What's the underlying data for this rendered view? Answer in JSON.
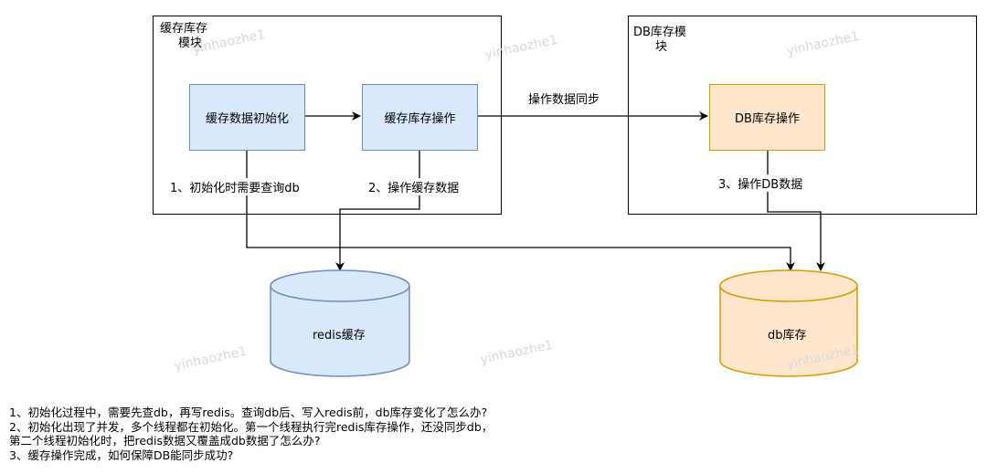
{
  "cache_module": {
    "label_line1": "缓存库存",
    "label_line2": "模块"
  },
  "db_module": {
    "label_line1": "DB库存模",
    "label_line2": "块"
  },
  "nodes": {
    "cache_init": "缓存数据初始化",
    "cache_stock_op": "缓存库存操作",
    "db_stock_op": "DB库存操作"
  },
  "edges": {
    "sync": "操作数据同步",
    "init_query_db": "1、初始化时需要查询db",
    "op_cache_data": "2、操作缓存数据",
    "op_db_data": "3、操作DB数据"
  },
  "databases": {
    "redis": "redis缓存",
    "db": "db库存"
  },
  "watermark": "yinhaozhe1",
  "notes": [
    "1、初始化过程中，需要先查db，再写redis。查询db后、写入redis前，db库存变化了怎么办?",
    "2、初始化出现了并发，多个线程都在初始化。第一个线程执行完redis库存操作，还没同步db，",
    "第二个线程初始化时，把redis数据又覆盖成db数据了怎么办?",
    "3、缓存操作完成，如何保障DB能同步成功?"
  ],
  "colors": {
    "blue_fill": "#dae8fc",
    "blue_stroke": "#6c8ebf",
    "orange_fill": "#ffe6cc",
    "orange_stroke": "#d79b00"
  }
}
